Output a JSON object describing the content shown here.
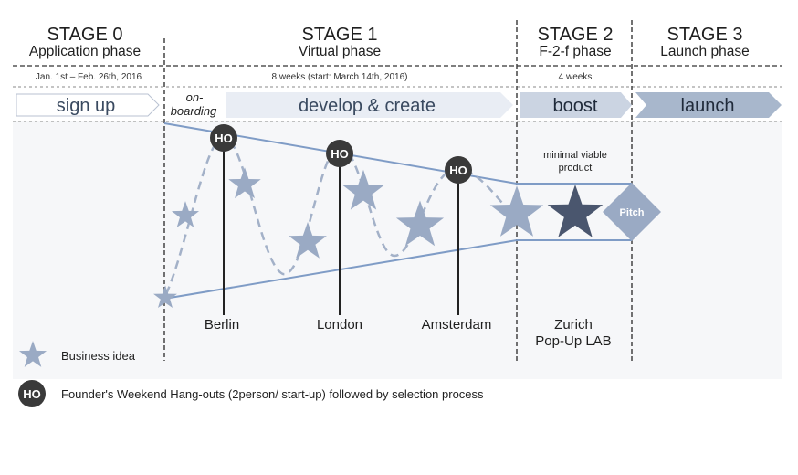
{
  "stages": [
    {
      "title": "STAGE 0",
      "subtitle": "Application phase",
      "date": "Jan. 1st – Feb. 26th, 2016"
    },
    {
      "title": "STAGE 1",
      "subtitle": "Virtual phase",
      "date": "8 weeks (start: March 14th, 2016)"
    },
    {
      "title": "STAGE 2",
      "subtitle": "F-2-f phase",
      "date": "4 weeks"
    },
    {
      "title": "STAGE 3",
      "subtitle": "Launch phase",
      "date": ""
    }
  ],
  "arrows": {
    "signup": "sign up",
    "onboarding_line1": "on-",
    "onboarding_line2": "boarding",
    "develop": "develop & create",
    "boost": "boost",
    "launch": "launch"
  },
  "hangouts": [
    "HO",
    "HO",
    "HO"
  ],
  "cities": [
    "Berlin",
    "London",
    "Amsterdam"
  ],
  "zurich": {
    "line1": "Zurich",
    "line2": "Pop-Up LAB"
  },
  "mvp": {
    "line1": "minimal viable",
    "line2": "product"
  },
  "pitch": "Pitch",
  "legend": {
    "star_label": "Business idea",
    "ho_icon_text": "HO",
    "ho_label": "Founder's Weekend Hang-outs (2person/ start-up) followed by selection process"
  },
  "colors": {
    "star": "#9aaac4",
    "star_dark": "#4a566e",
    "ho": "#3a3a3a",
    "funnel": "#7f9cc6",
    "arrow_light": "#eef1f6",
    "arrow_mid": "#c5cfde",
    "arrow_dark": "#9fb0c8"
  }
}
